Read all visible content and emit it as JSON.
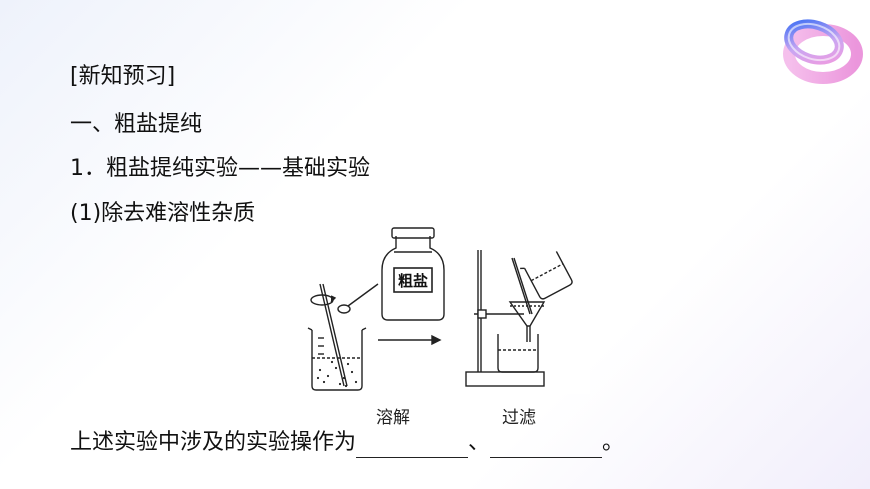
{
  "heading": "[新知预习]",
  "section": "一、粗盐提纯",
  "subsection": "1．粗盐提纯实验——基础实验",
  "item": "(1)除去难溶性杂质",
  "figure": {
    "bottle_label": "粗盐"
  },
  "sentence": {
    "prefix": "上述实验中涉及的实验操作为",
    "answer1": "溶解",
    "separator": "、",
    "answer2": "过滤",
    "suffix": "。"
  },
  "colors": {
    "ring_blue": "#3b6ff5",
    "ring_pink": "#f09be0",
    "text": "#111111"
  }
}
